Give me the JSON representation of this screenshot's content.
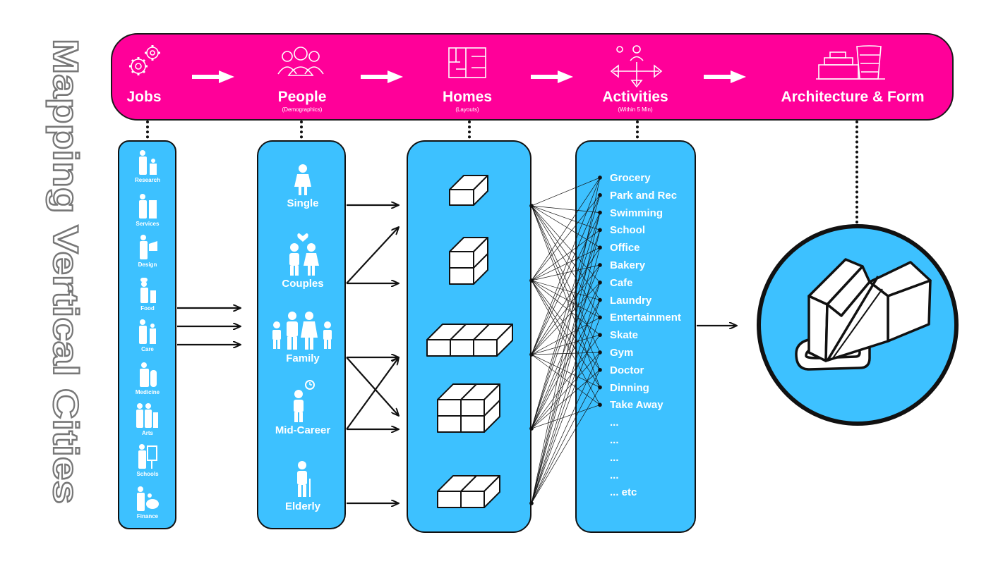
{
  "title": "Mapping Vertical Cities",
  "colors": {
    "magenta": "#ff0099",
    "blue": "#3dc1ff",
    "ink": "#111111",
    "white": "#ffffff"
  },
  "stages": [
    {
      "label": "Jobs",
      "sub": "",
      "icon": "gears-icon"
    },
    {
      "label": "People",
      "sub": "(Demographics)",
      "icon": "people-group-icon"
    },
    {
      "label": "Homes",
      "sub": "(Layouts)",
      "icon": "floor-plan-icon"
    },
    {
      "label": "Activities",
      "sub": "(Within 5 Min)",
      "icon": "person-directions-icon"
    },
    {
      "label": "Architecture & Form",
      "sub": "",
      "icon": "buildings-icon"
    }
  ],
  "jobs": [
    "Research",
    "Services",
    "Design",
    "Food",
    "Care",
    "Medicine",
    "Arts",
    "Schools",
    "Finance"
  ],
  "people": [
    "Single",
    "Couples",
    "Family",
    "Mid-Career",
    "Elderly"
  ],
  "homes": [
    "1-unit",
    "2-unit-stack",
    "3-unit-row",
    "4-unit-block",
    "2-unit-row"
  ],
  "activities": [
    "Grocery",
    "Park and  Rec",
    "Swimming",
    "School",
    "Office",
    "Bakery",
    "Cafe",
    "Laundry",
    "Entertainment",
    "Skate",
    "Gym",
    "Doctor",
    "Dinning",
    "Take Away",
    "...",
    "...",
    "...",
    "...",
    "... etc"
  ]
}
